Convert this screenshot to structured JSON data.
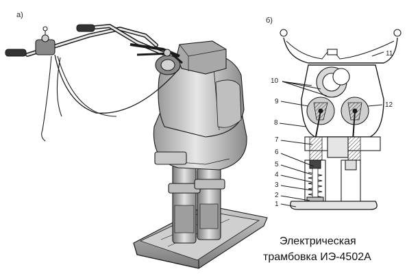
{
  "panels": {
    "a": "а)",
    "b": "б)"
  },
  "part_labels": {
    "n1": "1",
    "n2": "2",
    "n3": "3",
    "n4": "4",
    "n5": "5",
    "n6": "6",
    "n7": "7",
    "n8": "8",
    "n9": "9",
    "n10": "10",
    "n11": "11",
    "n12": "12"
  },
  "caption": {
    "line1": "Электрическая",
    "line2": "трамбовка ИЭ-4502А"
  },
  "colors": {
    "ink": "#1a1a1a",
    "shade_dark": "#6e6e6e",
    "shade_mid": "#a6a6a6",
    "shade_light": "#d8d8d8",
    "paper": "#ffffff"
  }
}
